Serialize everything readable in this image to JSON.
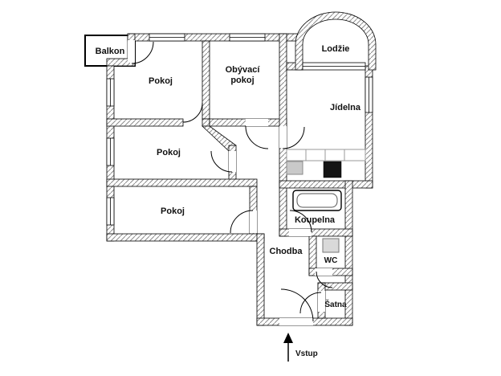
{
  "floorplan": {
    "type": "apartment-floor-plan",
    "rooms": [
      {
        "name": "balkon",
        "label": "Balkon"
      },
      {
        "name": "pokoj-top",
        "label": "Pokoj"
      },
      {
        "name": "obyvaci-pokoj",
        "label_line1": "Obývací",
        "label_line2": "pokoj"
      },
      {
        "name": "lodzie",
        "label": "Lodžie"
      },
      {
        "name": "jidelna",
        "label": "Jídelna"
      },
      {
        "name": "pokoj-middle",
        "label": "Pokoj"
      },
      {
        "name": "pokoj-bottom",
        "label": "Pokoj"
      },
      {
        "name": "koupelna",
        "label": "Koupelna"
      },
      {
        "name": "chodba",
        "label": "Chodba"
      },
      {
        "name": "wc",
        "label": "WC"
      },
      {
        "name": "satna",
        "label": "Šatna"
      }
    ],
    "entrance": {
      "label": "Vstup",
      "arrow_direction": "up"
    },
    "fixtures": [
      "bathtub",
      "kitchen-counter",
      "kitchen-sink",
      "stove",
      "toilet"
    ],
    "colors": {
      "background": "#ffffff",
      "wall_outline": "#000000",
      "wall_hatch": "#8c8c8c",
      "label_text": "#111111",
      "counter_outline": "#999999",
      "sink_fill": "#c9c9c9",
      "stove_fill": "#141414",
      "toilet_fill": "#d9d9d9"
    }
  }
}
